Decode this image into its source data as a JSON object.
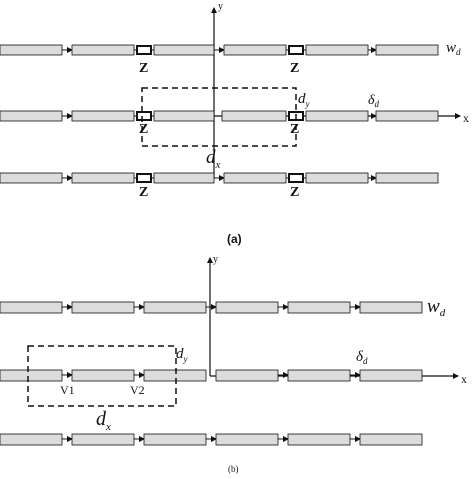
{
  "panel_a": {
    "caption": "(a)",
    "axis_x": "x",
    "axis_y": "y",
    "label_w": "w",
    "label_w_sub": "d",
    "label_delta": "δ",
    "label_delta_sub": "d",
    "label_dy": "d",
    "label_dy_sub": "y",
    "label_dx": "d",
    "label_dx_sub": "x",
    "junction_label": "Z"
  },
  "panel_b": {
    "caption": "(b)",
    "axis_x": "x",
    "axis_y": "y",
    "label_w": "w",
    "label_w_sub": "d",
    "label_delta": "δ",
    "label_delta_sub": "d",
    "label_dy": "d",
    "label_dy_sub": "y",
    "label_dx": "d",
    "label_dx_sub": "x",
    "label_v1": "V1",
    "label_v2": "V2"
  },
  "colors": {
    "segment_fill": "#dcdcdc",
    "stroke": "#111111"
  }
}
